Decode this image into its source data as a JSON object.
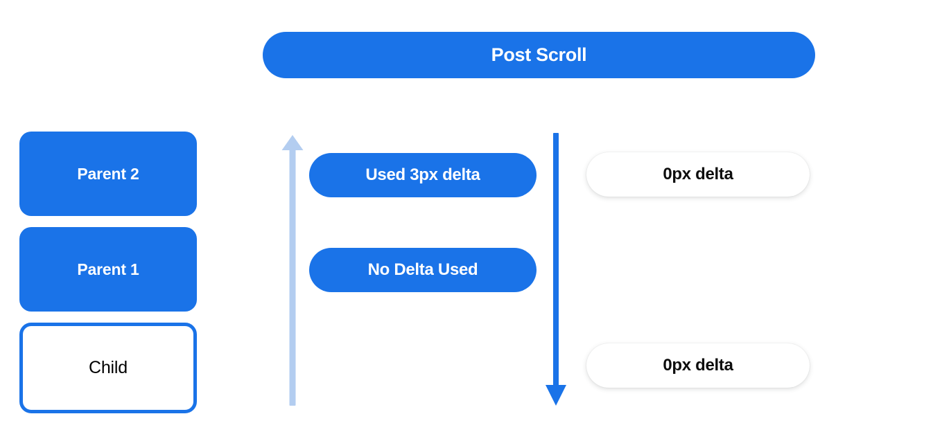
{
  "header": {
    "title": "Post Scroll"
  },
  "colors": {
    "accent_blue": "#1a73e8",
    "light_blue": "#b3cdf0",
    "text_on_blue": "#ffffff",
    "text_dark": "#000000",
    "background": "#ffffff"
  },
  "nodes": [
    {
      "label": "Parent 2",
      "style": "filled"
    },
    {
      "label": "Parent 1",
      "style": "filled"
    },
    {
      "label": "Child",
      "style": "outlined"
    }
  ],
  "arrows": [
    {
      "name": "upward-consumed-scroll-arrow",
      "direction": "up",
      "color": "#b3cdf0"
    },
    {
      "name": "downward-scroll-propagation-arrow",
      "direction": "down",
      "color": "#1a73e8"
    }
  ],
  "middle_pills": [
    {
      "label": "Used 3px delta"
    },
    {
      "label": "No Delta Used"
    }
  ],
  "right_pills": [
    {
      "label": "0px delta"
    },
    {
      "label": "0px delta"
    }
  ]
}
